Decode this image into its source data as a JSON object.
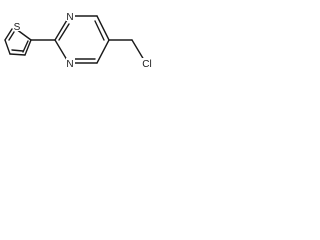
{
  "molecule": {
    "atoms": {
      "sulfur": "S",
      "nitrogen_top": "N",
      "nitrogen_bottom": "N",
      "chlorine": "Cl"
    },
    "colors": {
      "bond": "#1a1a1a",
      "background": "#ffffff"
    }
  }
}
